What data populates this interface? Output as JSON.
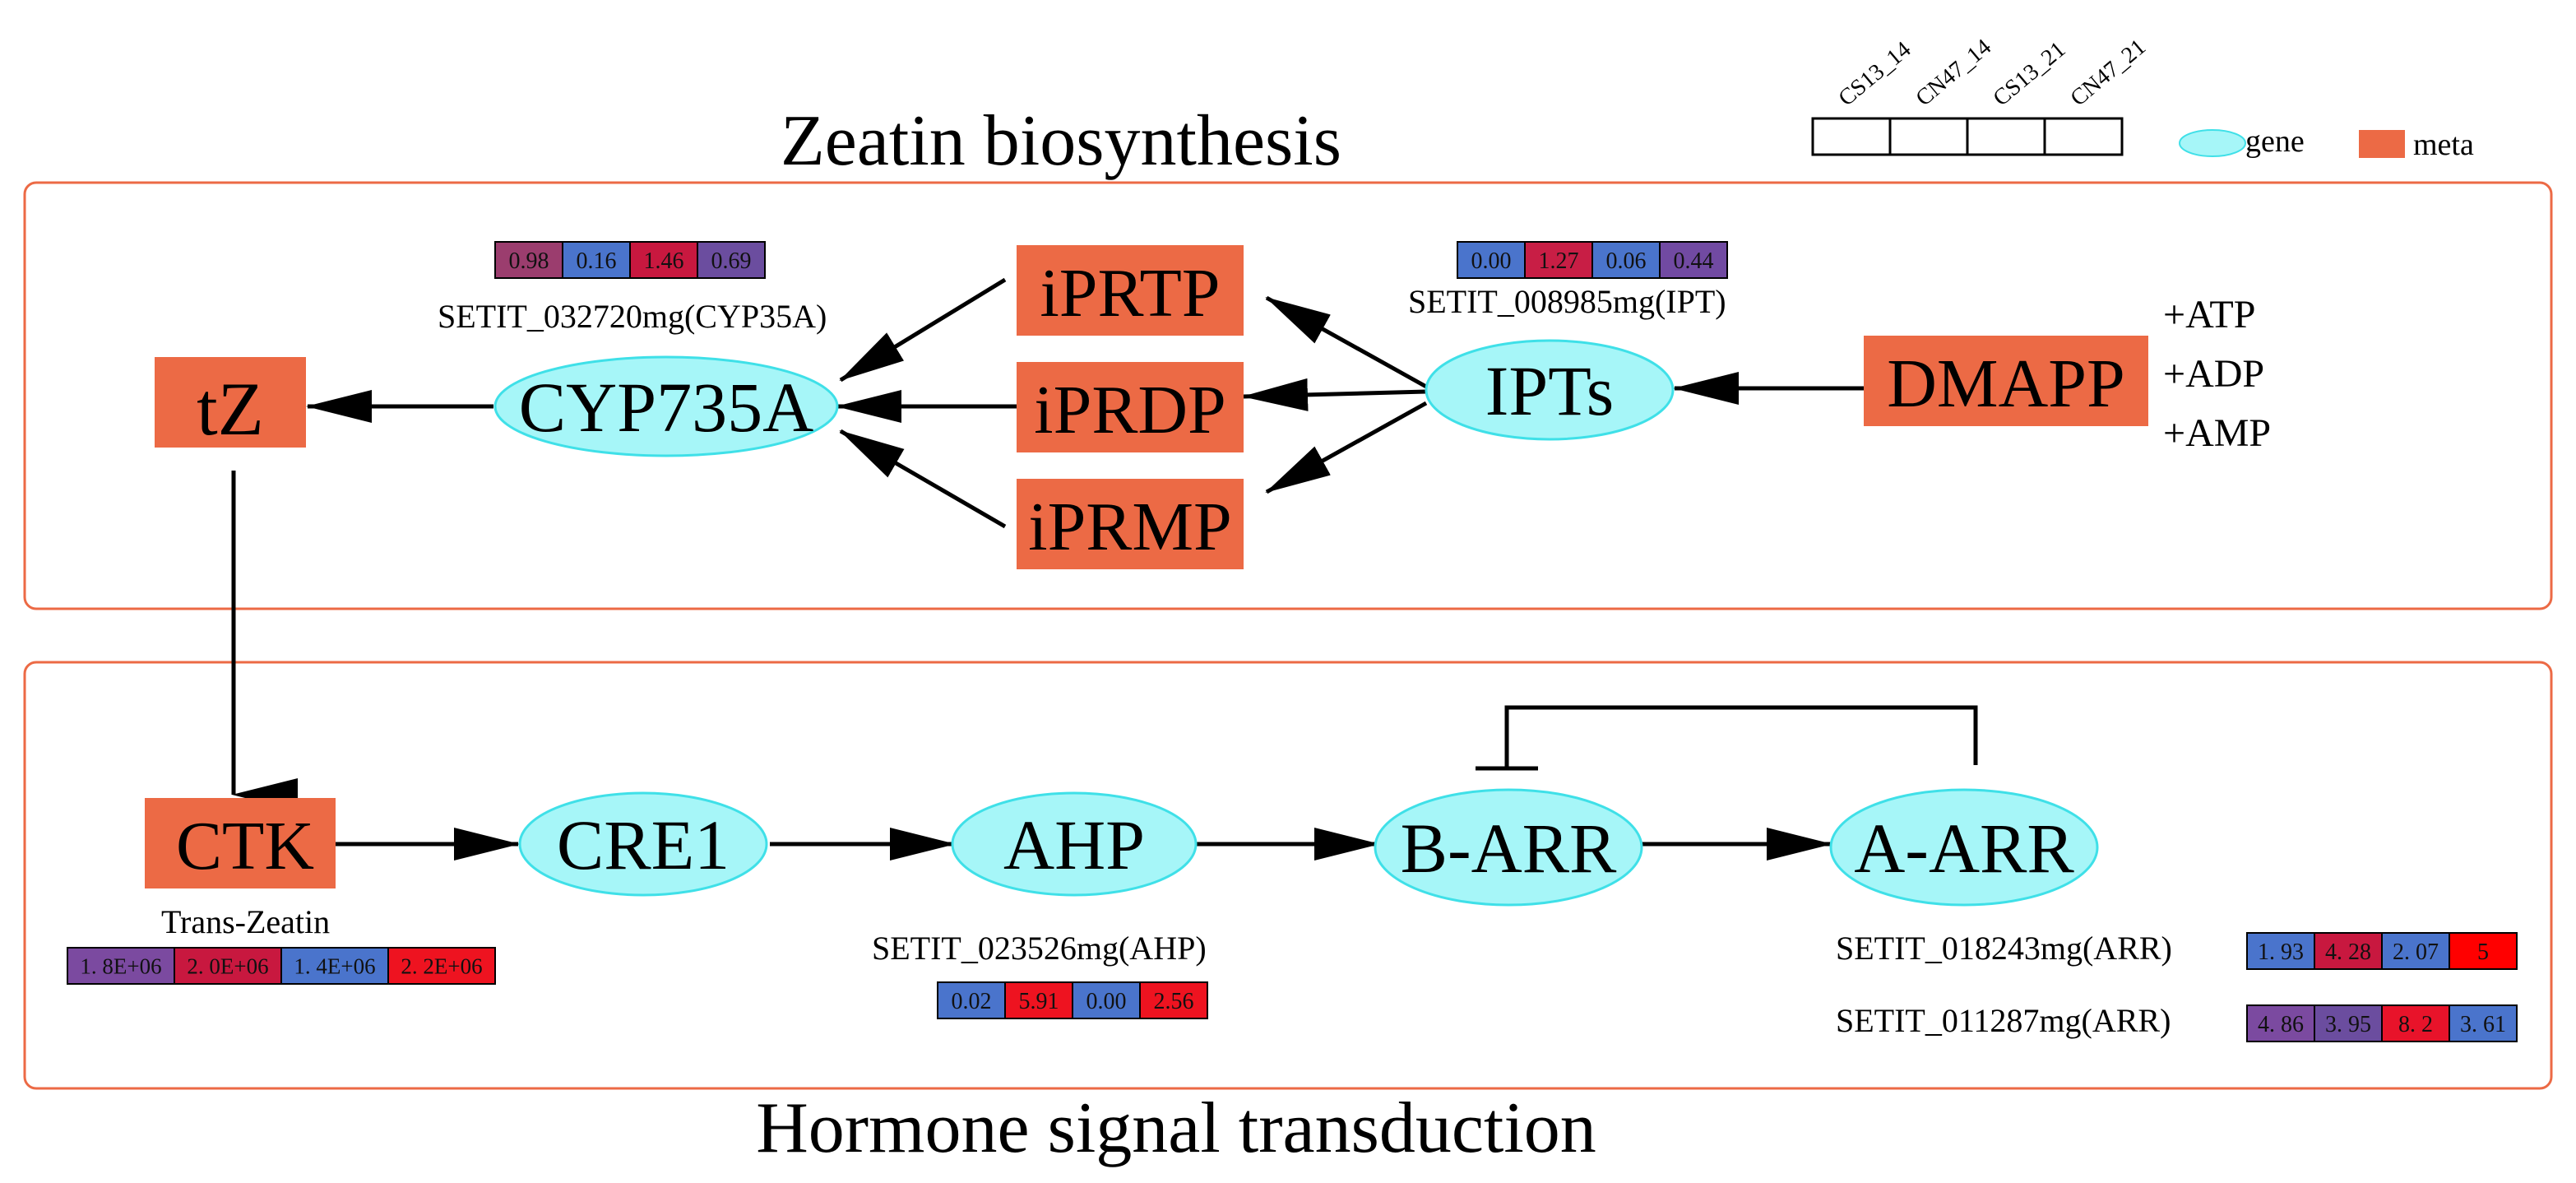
{
  "sections": {
    "top_title": "Zeatin biosynthesis",
    "bottom_title": "Hormone signal transduction"
  },
  "legend": {
    "columns": [
      "CS13_14",
      "CN47_14",
      "CS13_21",
      "CN47_21"
    ],
    "gene_label": "gene",
    "meta_label": "meta",
    "gene_color": "#a6f6f8",
    "meta_color": "#ec6a45"
  },
  "nodes": {
    "tZ": "tZ",
    "CYP735A": "CYP735A",
    "iPRTP": "iPRTP",
    "iPRDP": "iPRDP",
    "iPRMP": "iPRMP",
    "IPTs": "IPTs",
    "DMAPP": "DMAPP",
    "CTK": "CTK",
    "CRE1": "CRE1",
    "AHP": "AHP",
    "B_ARR": "B-ARR",
    "A_ARR": "A-ARR"
  },
  "cofactors": [
    "+ATP",
    "+ADP",
    "+AMP"
  ],
  "gene_labels": {
    "cyp": "SETIT_032720mg(CYP35A)",
    "ipt": "SETIT_008985mg(IPT)",
    "ahp": "SETIT_023526mg(AHP)",
    "arr1": "SETIT_018243mg(ARR)",
    "arr2": "SETIT_011287mg(ARR)",
    "ctk": "Trans-Zeatin"
  },
  "heatmaps": {
    "cyp": {
      "values": [
        "0.98",
        "0.16",
        "1.46",
        "0.69"
      ],
      "colors": [
        "#9b3d6e",
        "#4a74cc",
        "#c8183f",
        "#6b4d9f"
      ]
    },
    "ipt": {
      "values": [
        "0.00",
        "1.27",
        "0.06",
        "0.44"
      ],
      "colors": [
        "#4a74cc",
        "#c81e45",
        "#4a74cc",
        "#714aa2"
      ]
    },
    "ctk": {
      "values": [
        "1. 8E+06",
        "2. 0E+06",
        "1. 4E+06",
        "2. 2E+06"
      ],
      "colors": [
        "#7b4aa0",
        "#c8183f",
        "#4a74cc",
        "#ee1320"
      ]
    },
    "ahp": {
      "values": [
        "0.02",
        "5.91",
        "0.00",
        "2.56"
      ],
      "colors": [
        "#4a74cc",
        "#ee1320",
        "#4a74cc",
        "#ee1320"
      ]
    },
    "arr1": {
      "values": [
        "1. 93",
        "4. 28",
        "2. 07",
        "5"
      ],
      "colors": [
        "#4a74cc",
        "#c8183f",
        "#4a74cc",
        "#ff0000"
      ]
    },
    "arr2": {
      "values": [
        "4. 86",
        "3. 95",
        "8. 2",
        "3. 61"
      ],
      "colors": [
        "#7b4aa0",
        "#6b4d9f",
        "#e8132a",
        "#4a74cc"
      ]
    }
  }
}
